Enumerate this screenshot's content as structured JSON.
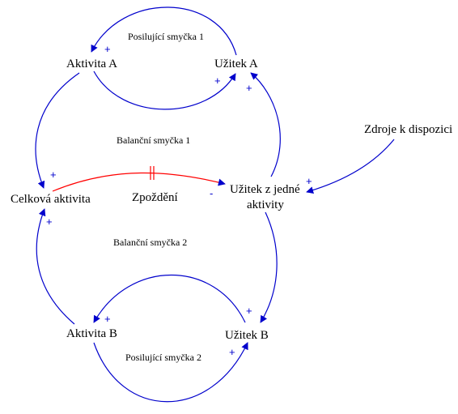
{
  "nodes": {
    "aktivita_a": "Aktivita A",
    "uzitek_a": "Užitek A",
    "celkova_aktivita": "Celková aktivita",
    "zpozdeni": "Zpoždění",
    "uzitek_jedne_line1": "Užitek z jedné",
    "uzitek_jedne_line2": "aktivity",
    "zdroje": "Zdroje k dispozici",
    "aktivita_b": "Aktivita B",
    "uzitek_b": "Užitek B"
  },
  "loops": {
    "posilujici_1": "Posilující smyčka 1",
    "balancni_1": "Balanční smyčka 1",
    "balancni_2": "Balanční smyčka 2",
    "posilujici_2": "Posilující smyčka 2"
  },
  "polarities": {
    "plus": "+",
    "minus": "-"
  },
  "colors": {
    "link": "#0000cc",
    "delay_link": "#ff0000",
    "sign": "#0000cc",
    "text": "#000000"
  }
}
